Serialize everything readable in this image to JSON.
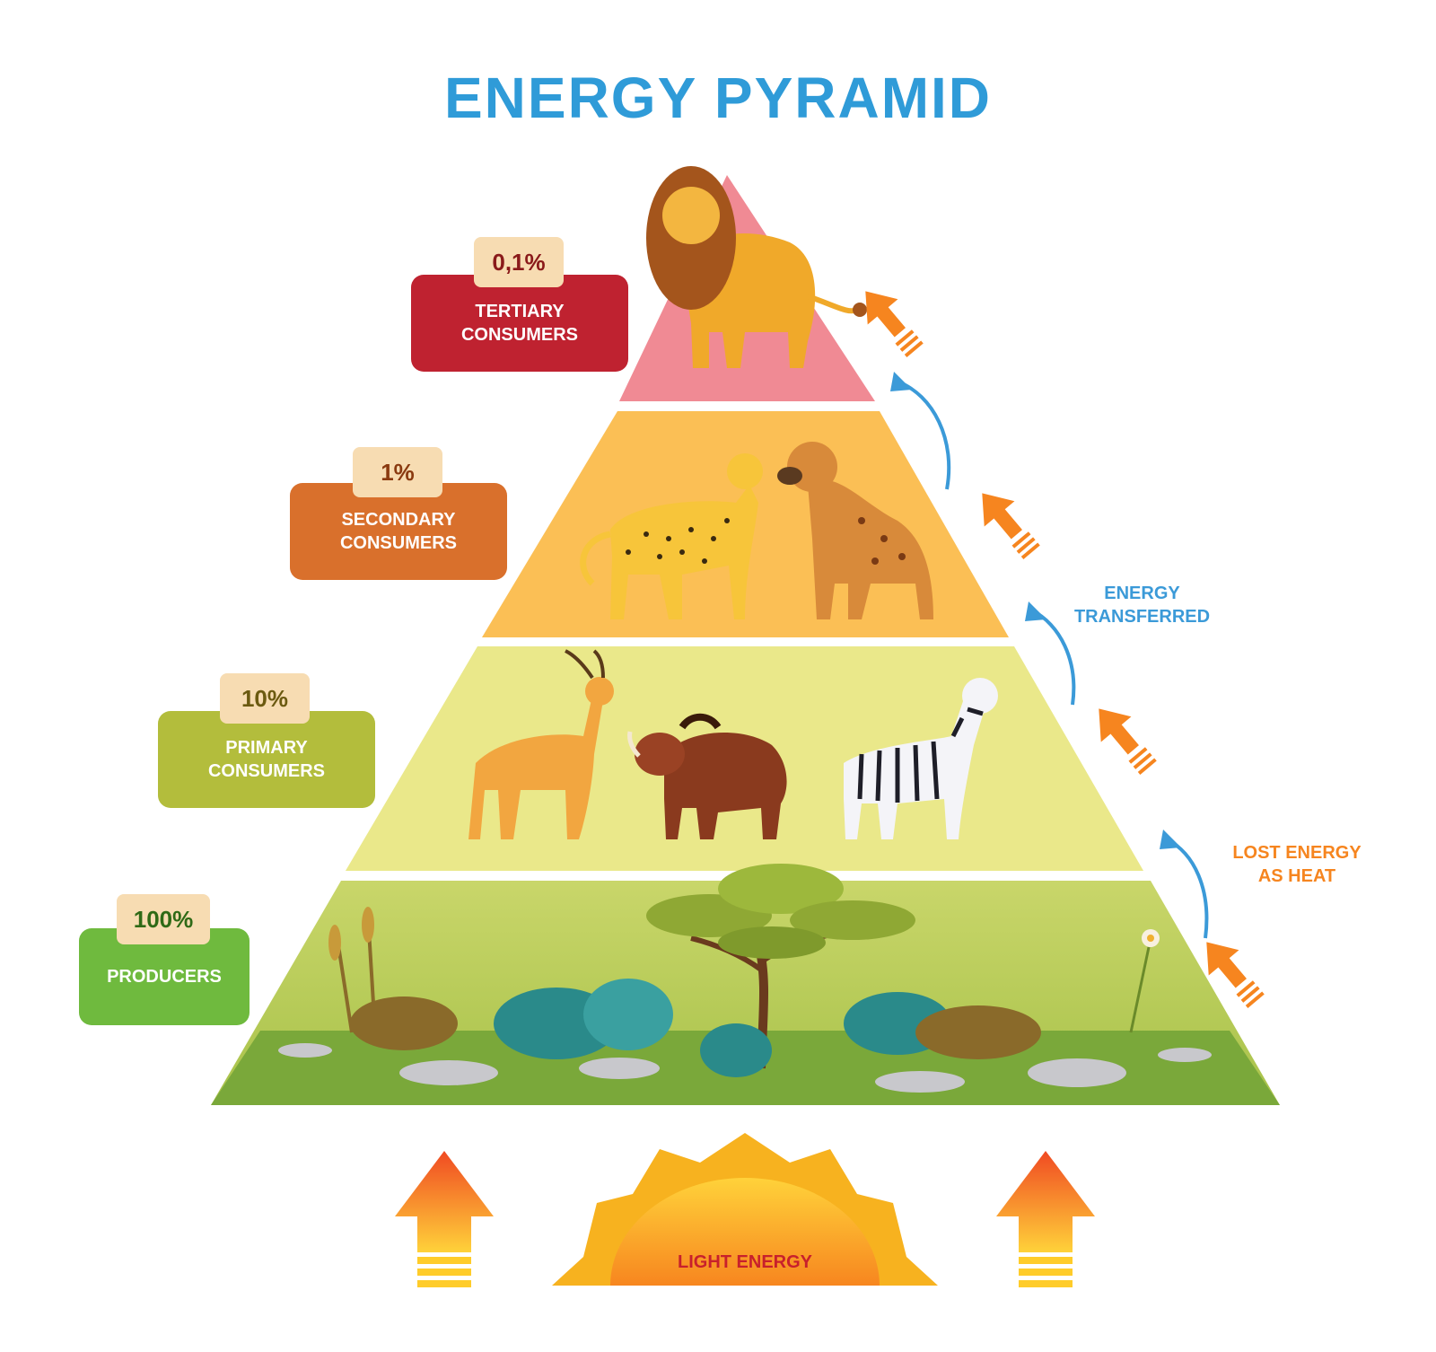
{
  "title": "ENERGY PYRAMID",
  "colors": {
    "title": "#2f9bd8",
    "tier_tertiary": "#f08a94",
    "tier_secondary": "#fbbf55",
    "tier_primary": "#eae88a",
    "tier_producers": "#c9d66a",
    "energy_transferred_arrow": "#3b9ad8",
    "lost_heat_arrow": "#f6851f"
  },
  "levels": [
    {
      "key": "tertiary",
      "percent": "0,1%",
      "label_line1": "TERTIARY",
      "label_line2": "CONSUMERS",
      "box_color": "#bf2230",
      "pct_text_color": "#8a1a1a"
    },
    {
      "key": "secondary",
      "percent": "1%",
      "label_line1": "SECONDARY",
      "label_line2": "CONSUMERS",
      "box_color": "#d9702c",
      "pct_text_color": "#8a3a10"
    },
    {
      "key": "primary",
      "percent": "10%",
      "label_line1": "PRIMARY",
      "label_line2": "CONSUMERS",
      "box_color": "#b3bd3c",
      "pct_text_color": "#6b5a10"
    },
    {
      "key": "producers",
      "percent": "100%",
      "label_line1": "PRODUCERS",
      "label_line2": "",
      "box_color": "#6fba3e",
      "pct_text_color": "#2f6a16"
    }
  ],
  "notes": {
    "energy_transferred_line1": "ENERGY",
    "energy_transferred_line2": "TRANSFERRED",
    "lost_energy_line1": "LOST ENERGY",
    "lost_energy_line2": "AS HEAT"
  },
  "sun": {
    "label": "LIGHT ENERGY"
  },
  "animals": [
    "lion-icon",
    "cheetah-icon",
    "hyena-icon",
    "gazelle-icon",
    "warthog-icon",
    "zebra-icon",
    "acacia-tree-icon"
  ]
}
